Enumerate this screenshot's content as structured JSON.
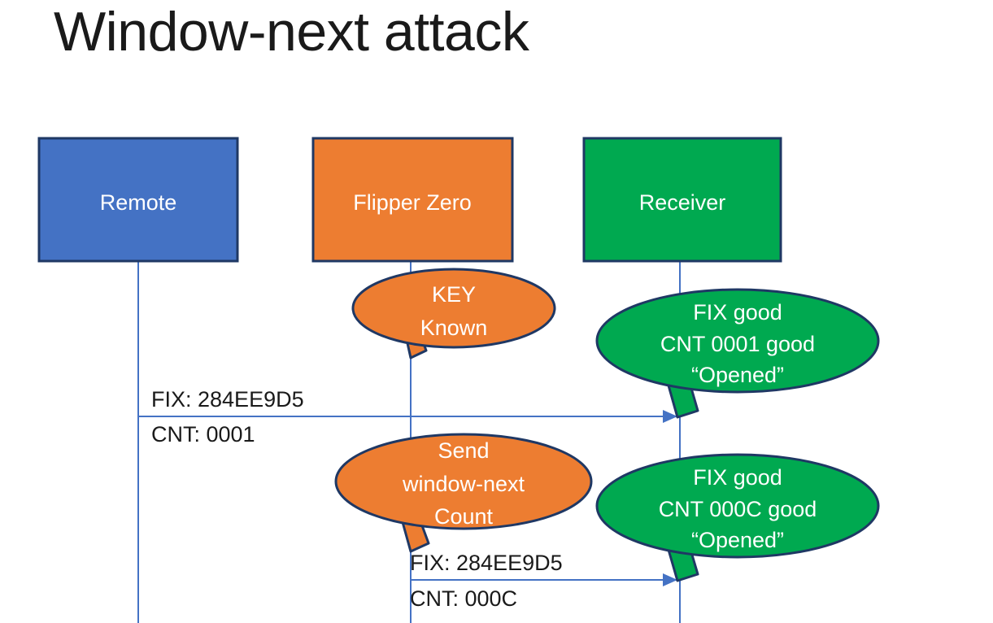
{
  "slide": {
    "title": "Window-next attack",
    "background": "#FFFFFF"
  },
  "colors": {
    "remote_fill": "#4472C4",
    "flipper_fill": "#ED7D31",
    "receiver_fill": "#00A950",
    "outline": "#1F3864",
    "lifeline": "#4472C4",
    "text_dark": "#1A1A1A",
    "text_light": "#FFFFFF"
  },
  "actors": [
    {
      "id": "remote",
      "label": "Remote",
      "fill": "#4472C4"
    },
    {
      "id": "flipper",
      "label": "Flipper Zero",
      "fill": "#ED7D31"
    },
    {
      "id": "receiver",
      "label": "Receiver",
      "fill": "#00A950"
    }
  ],
  "callouts": [
    {
      "id": "key-known",
      "owner": "flipper",
      "fill": "#ED7D31",
      "lines": [
        "KEY",
        "Known"
      ]
    },
    {
      "id": "receiver-ack-1",
      "owner": "receiver",
      "fill": "#00A950",
      "lines": [
        "FIX good",
        "CNT 0001 good",
        "“Opened”"
      ]
    },
    {
      "id": "send-window-next",
      "owner": "flipper",
      "fill": "#ED7D31",
      "lines": [
        "Send",
        "window-next",
        "Count"
      ]
    },
    {
      "id": "receiver-ack-2",
      "owner": "receiver",
      "fill": "#00A950",
      "lines": [
        "FIX good",
        "CNT 000C good",
        "“Opened”"
      ]
    }
  ],
  "messages": [
    {
      "id": "msg-remote-to-receiver",
      "from": "remote",
      "to": "receiver",
      "label_above": "FIX: 284EE9D5",
      "label_below": "CNT: 0001"
    },
    {
      "id": "msg-flipper-to-receiver",
      "from": "flipper",
      "to": "receiver",
      "label_above": "FIX: 284EE9D5",
      "label_below": "CNT: 000C"
    }
  ]
}
